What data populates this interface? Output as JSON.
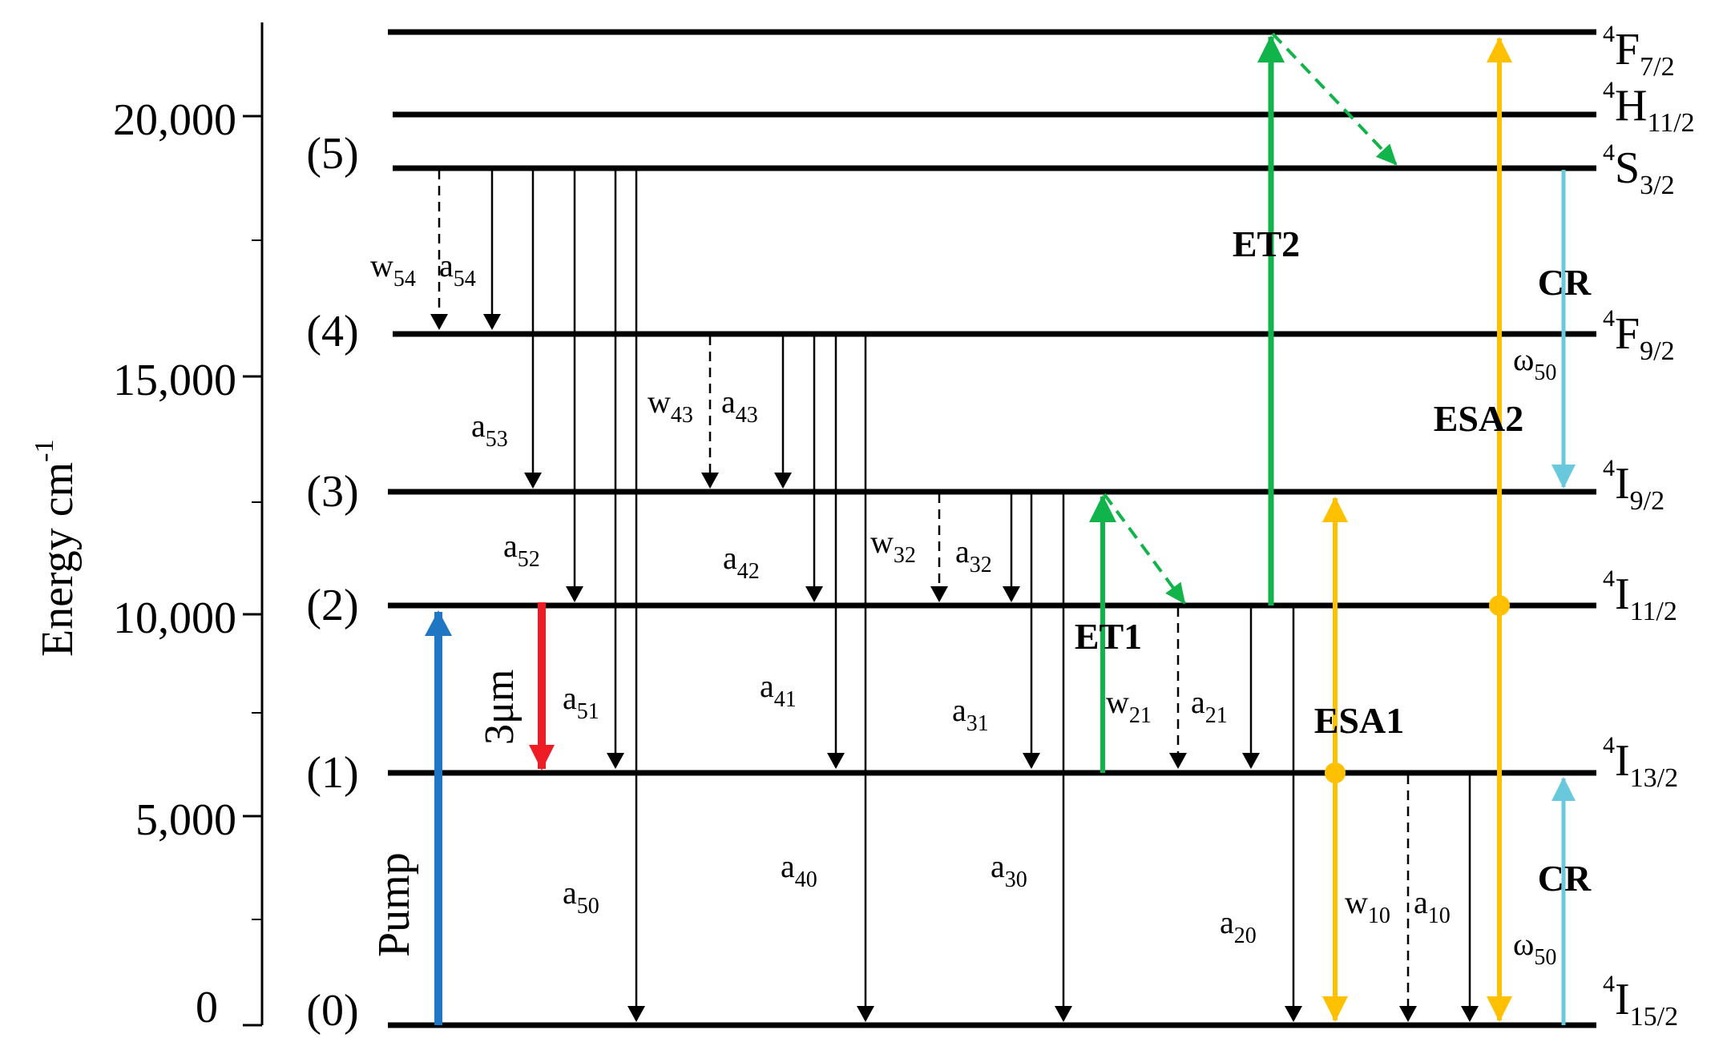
{
  "axis": {
    "title": "Energy cm",
    "title_superscript": "-1",
    "ticks": [
      "20,000",
      "15,000",
      "10,000",
      "5,000",
      "0"
    ]
  },
  "levels": [
    {
      "index_label": "(5)",
      "state": "4S3/2"
    },
    {
      "index_label": "(4)",
      "state": "4F9/2"
    },
    {
      "index_label": "(3)",
      "state": "4I9/2"
    },
    {
      "index_label": "(2)",
      "state": "4I11/2"
    },
    {
      "index_label": "(1)",
      "state": "4I13/2"
    },
    {
      "index_label": "(0)",
      "state": "4I15/2"
    }
  ],
  "upper_states": [
    "4F7/2",
    "4H11/2"
  ],
  "state_labels": [
    {
      "sup": "4",
      "letter": "F",
      "sub": "7/2"
    },
    {
      "sup": "4",
      "letter": "H",
      "sub": "11/2"
    },
    {
      "sup": "4",
      "letter": "S",
      "sub": "3/2"
    },
    {
      "sup": "4",
      "letter": "F",
      "sub": "9/2"
    },
    {
      "sup": "4",
      "letter": "I",
      "sub": "9/2"
    },
    {
      "sup": "4",
      "letter": "I",
      "sub": "11/2"
    },
    {
      "sup": "4",
      "letter": "I",
      "sub": "13/2"
    },
    {
      "sup": "4",
      "letter": "I",
      "sub": "15/2"
    }
  ],
  "transition_labels": {
    "w54": {
      "base": "w",
      "sub": "54"
    },
    "a54": {
      "base": "a",
      "sub": "54"
    },
    "a53": {
      "base": "a",
      "sub": "53"
    },
    "w43": {
      "base": "w",
      "sub": "43"
    },
    "a43": {
      "base": "a",
      "sub": "43"
    },
    "a52": {
      "base": "a",
      "sub": "52"
    },
    "a42": {
      "base": "a",
      "sub": "42"
    },
    "w32": {
      "base": "w",
      "sub": "32"
    },
    "a32": {
      "base": "a",
      "sub": "32"
    },
    "a51": {
      "base": "a",
      "sub": "51"
    },
    "a41": {
      "base": "a",
      "sub": "41"
    },
    "a31": {
      "base": "a",
      "sub": "31"
    },
    "w21": {
      "base": "w",
      "sub": "21"
    },
    "a21": {
      "base": "a",
      "sub": "21"
    },
    "a50": {
      "base": "a",
      "sub": "50"
    },
    "a40": {
      "base": "a",
      "sub": "40"
    },
    "a30": {
      "base": "a",
      "sub": "30"
    },
    "a20": {
      "base": "a",
      "sub": "20"
    },
    "w10": {
      "base": "w",
      "sub": "10"
    },
    "a10": {
      "base": "a",
      "sub": "10"
    },
    "omega50_upper": {
      "base": "ω",
      "sub": "50"
    },
    "omega50_lower": {
      "base": "ω",
      "sub": "50"
    }
  },
  "process_labels": {
    "et1": "ET1",
    "et2": "ET2",
    "esa1": "ESA1",
    "esa2": "ESA2",
    "cr_upper": "CR",
    "cr_lower": "CR",
    "pump": "Pump",
    "emission": "3μm"
  },
  "colors": {
    "pump": "#1f77c4",
    "emission_3um": "#ee1c24",
    "energy_transfer": "#10b44a",
    "esa": "#ffc000",
    "cross_relaxation": "#6ac8dd",
    "level_line": "#000000"
  }
}
